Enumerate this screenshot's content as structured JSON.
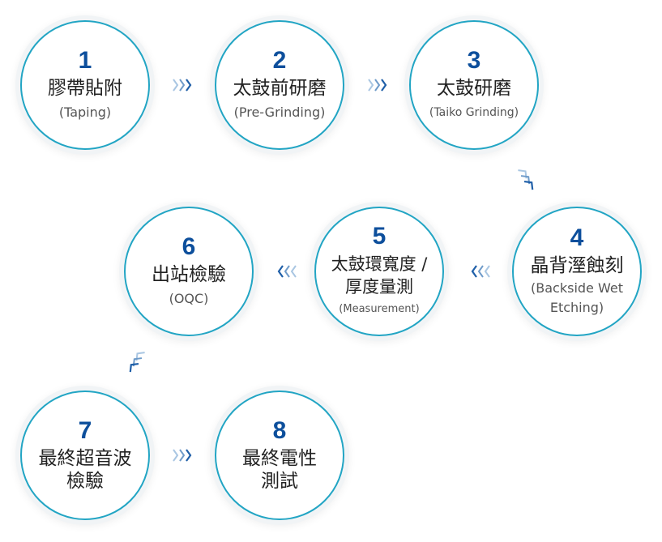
{
  "steps": [
    {
      "num": "1",
      "title": "膠帶貼附",
      "sub": "(Taping)"
    },
    {
      "num": "2",
      "title": "太鼓前研磨",
      "sub": "(Pre-Grinding)"
    },
    {
      "num": "3",
      "title": "太鼓研磨",
      "sub": "(Taiko Grinding)"
    },
    {
      "num": "4",
      "title": "晶背溼蝕刻",
      "sub1": "(Backside Wet",
      "sub2": "Etching)"
    },
    {
      "num": "5",
      "title1": "太鼓環寬度 /",
      "title2": "厚度量測",
      "sub": "(Measurement)"
    },
    {
      "num": "6",
      "title": "出站檢驗",
      "sub": "(OQC)"
    },
    {
      "num": "7",
      "title1": "最終超音波",
      "title2": "檢驗"
    },
    {
      "num": "8",
      "title1": "最終電性",
      "title2": "測試"
    }
  ],
  "colors": {
    "ring": "#22a5c4",
    "number": "#0d4f9c",
    "arrow_dark": "#1f5fa8",
    "arrow_light": "#a9c6e2"
  },
  "icons": {
    "flow_arrow": "triple-chevron-icon"
  }
}
